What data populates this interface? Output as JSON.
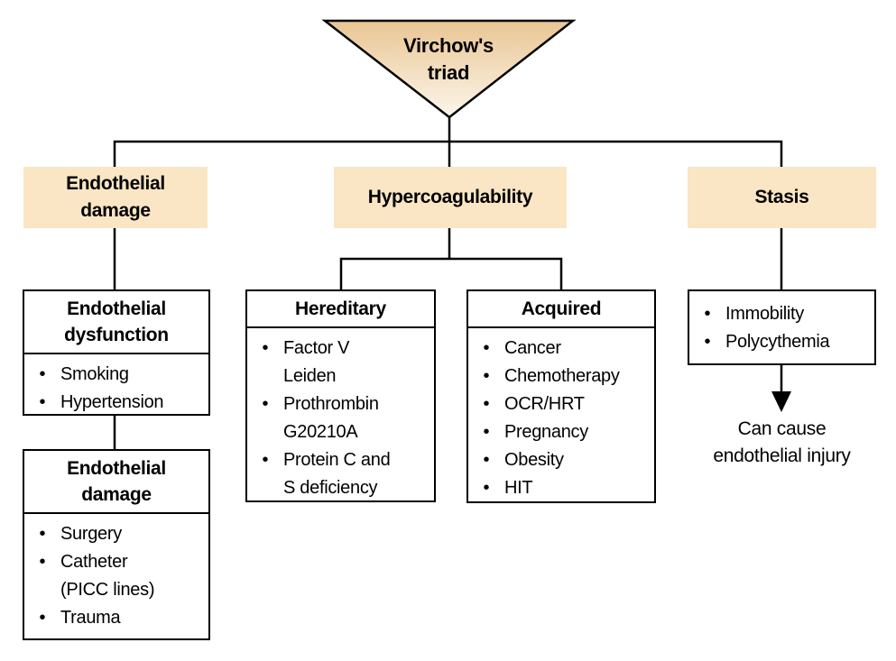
{
  "colors": {
    "header_fill": "#FAE6C4",
    "triangle_top": "#E9C593",
    "triangle_bottom": "#FCF6EA",
    "line": "#000000"
  },
  "root": {
    "label": "Virchow's\ntriad"
  },
  "branches": {
    "endothelial_damage": {
      "label": "Endothelial\ndamage"
    },
    "hypercoagulability": {
      "label": "Hypercoagulability"
    },
    "stasis": {
      "label": "Stasis"
    }
  },
  "nodes": {
    "endothelial_dysfunction": {
      "title": "Endothelial\ndysfunction",
      "items": [
        "Smoking",
        "Hypertension"
      ]
    },
    "endothelial_damage": {
      "title": "Endothelial\ndamage",
      "items": [
        "Surgery",
        "Catheter\n(PICC lines)",
        "Trauma"
      ]
    },
    "hereditary": {
      "title": "Hereditary",
      "items": [
        "Factor V\nLeiden",
        "Prothrombin\nG20210A",
        "Protein C and\nS deficiency"
      ]
    },
    "acquired": {
      "title": "Acquired",
      "items": [
        "Cancer",
        "Chemotherapy",
        "OCR/HRT",
        "Pregnancy",
        "Obesity",
        "HIT"
      ]
    },
    "stasis_factors": {
      "items": [
        "Immobility",
        "Polycythemia"
      ]
    }
  },
  "notes": {
    "stasis_note": "Can cause\nendothelial injury"
  }
}
